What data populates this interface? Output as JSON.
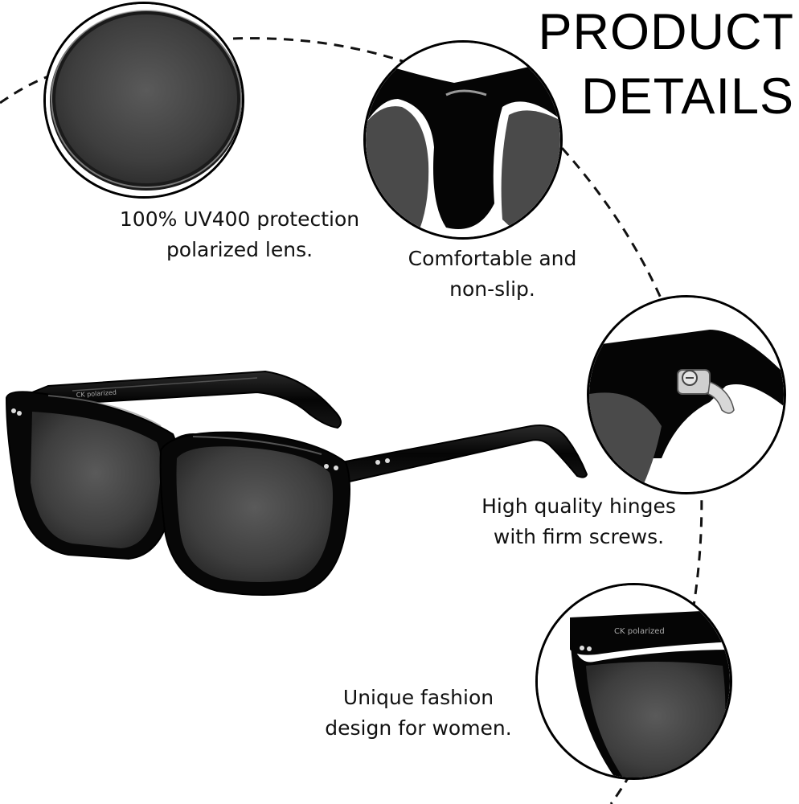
{
  "title": {
    "line1": "PRODUCT",
    "line2": "DETAILS"
  },
  "features": [
    {
      "line1": "100% UV400 protection",
      "line2": "polarized lens.",
      "icon": "lens-closeup"
    },
    {
      "line1": "Comfortable and",
      "line2": "non-slip.",
      "icon": "nose-bridge-closeup"
    },
    {
      "line1": "High quality hinges",
      "line2": "with firm screws.",
      "icon": "hinge-closeup"
    },
    {
      "line1": "Unique fashion",
      "line2": "design for women.",
      "icon": "frame-corner-closeup"
    }
  ],
  "product": {
    "name": "sunglasses",
    "temple_print": "polarized"
  },
  "colors": {
    "frame": "#0b0b0b",
    "lens": "#4a4a4a",
    "background": "#ffffff",
    "text": "#111111"
  }
}
